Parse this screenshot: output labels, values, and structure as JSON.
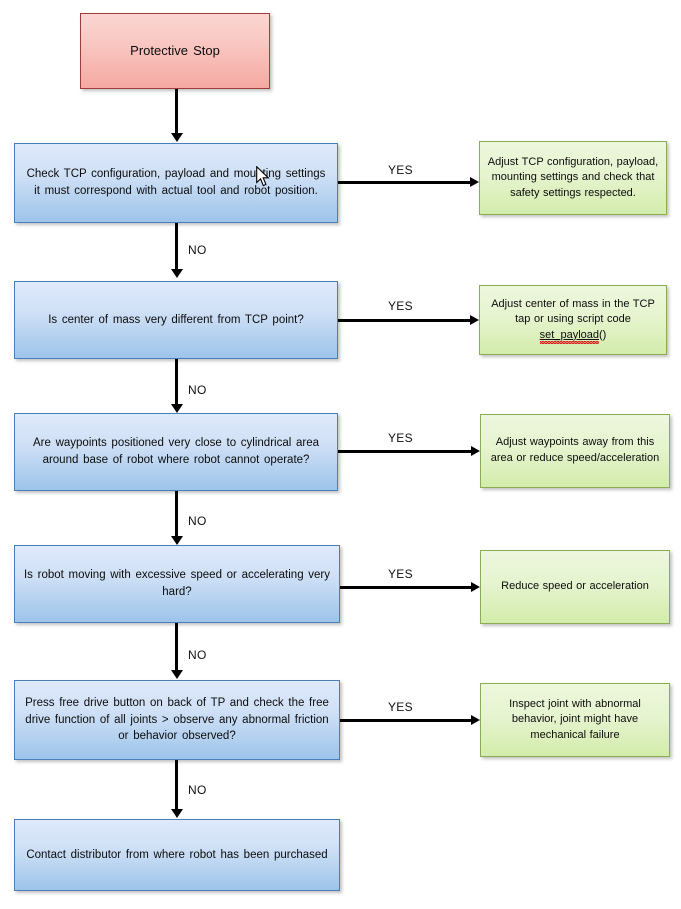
{
  "diagram": {
    "title": "Protective Stop",
    "colors": {
      "start_fill_top": "#fbd6d2",
      "start_fill_bottom": "#f5a9a2",
      "start_border": "#a03b3b",
      "decision_fill_top": "#dfeafb",
      "decision_fill_bottom": "#9dc4ea",
      "decision_border": "#4a7ebb",
      "action_fill_top": "#edf7dd",
      "action_fill_bottom": "#d3ecab",
      "action_border": "#8aad54",
      "connector": "#000000",
      "spellcheck_underline": "#e02020"
    },
    "nodes": {
      "start": {
        "label": "Protective Stop"
      },
      "q1": {
        "label": "Check TCP configuration,  payload  and mounting settings it must correspond  with actual tool and robot  position."
      },
      "q2": {
        "label": "Is center of mass very different from TCP point?"
      },
      "q3": {
        "label": "Are waypoints  positioned  very  close to cylindrical area around  base of robot  where robot  cannot operate?"
      },
      "q4": {
        "label": "Is robot  moving  with excessive  speed or accelerating  very hard?"
      },
      "q5": {
        "label": "Press free drive button  on back of TP and check the free drive function of all joints > observe any abnormal  friction or behavior  observed?"
      },
      "end": {
        "label": "Contact  distributor  from where robot  has been purchased"
      },
      "a1": {
        "label": "Adjust TCP configuration, payload, mounting settings and check that safety settings respected."
      },
      "a2": {
        "label_before": "Adjust center of mass in the TCP tap or using script code ",
        "code": "set_payload",
        "code_suffix": "()"
      },
      "a3": {
        "label": "Adjust waypoints away from this area or reduce speed/acceleration"
      },
      "a4": {
        "label": "Reduce speed or acceleration"
      },
      "a5": {
        "label": "Inspect joint with abnormal behavior, joint might have mechanical failure"
      }
    },
    "edge_labels": {
      "yes": "YES",
      "no": "NO"
    },
    "edges": [
      {
        "from": "start",
        "to": "q1",
        "label": ""
      },
      {
        "from": "q1",
        "to": "a1",
        "label": "YES"
      },
      {
        "from": "q1",
        "to": "q2",
        "label": "NO"
      },
      {
        "from": "q2",
        "to": "a2",
        "label": "YES"
      },
      {
        "from": "q2",
        "to": "q3",
        "label": "NO"
      },
      {
        "from": "q3",
        "to": "a3",
        "label": "YES"
      },
      {
        "from": "q3",
        "to": "q4",
        "label": "NO"
      },
      {
        "from": "q4",
        "to": "a4",
        "label": "YES"
      },
      {
        "from": "q4",
        "to": "q5",
        "label": "NO"
      },
      {
        "from": "q5",
        "to": "a5",
        "label": "YES"
      },
      {
        "from": "q5",
        "to": "end",
        "label": "NO"
      }
    ]
  }
}
